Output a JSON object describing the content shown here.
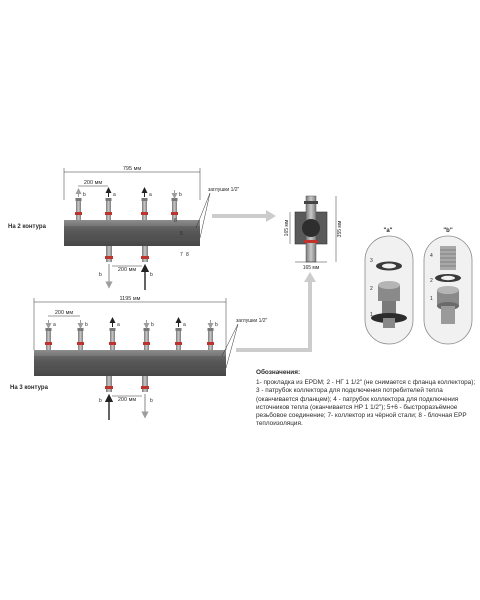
{
  "top_unit": {
    "label": "На 2 контура",
    "overall_dim": "795 мм",
    "top_pitch_dim": "200 мм",
    "bottom_pitch_dim": "200 мм",
    "plugs_label": "заглушки 1/2\"",
    "port_letters": [
      "b",
      "a",
      "a",
      "b"
    ],
    "bottom_letters": [
      "b",
      "b"
    ],
    "numbers": [
      "6",
      "5",
      "7",
      "8"
    ]
  },
  "bottom_unit": {
    "label": "На 3 контура",
    "overall_dim": "1195 мм",
    "top_pitch_dim": "200 мм",
    "bottom_pitch_dim": "200 мм",
    "plugs_label": "заглушки 1/2\"",
    "port_letters": [
      "a",
      "b",
      "a",
      "b",
      "a",
      "b"
    ],
    "bottom_letters": [
      "b",
      "b"
    ]
  },
  "section": {
    "width_dim": "165 мм",
    "height_dim_inner": "165 мм",
    "height_dim_outer": "355 мм"
  },
  "detail_a": {
    "title": "\"a\"",
    "numbers": [
      "3",
      "2",
      "1"
    ]
  },
  "detail_b": {
    "title": "\"b\"",
    "numbers": [
      "4",
      "2",
      "1"
    ]
  },
  "legend": {
    "title": "Обозначения:",
    "text": "1- прокладка из EPDM; 2 - НГ 1 1/2\" (не снимается с фланца коллектора); 3 - патрубок коллектора для подключения потребителей тепла (оканчивается фланцем); 4 - патрубок коллектора для подключения источников тепла (оканчивается НР 1 1/2\"); 5+6 - быстроразъёмное резьбовое соединение; 7- коллектор из чёрной стали; 8 - блочная EPP теплоизоляция."
  },
  "colors": {
    "insulation": "#6d6d6d",
    "pipe": "#9a9a9a",
    "red_ring": "#c0322c",
    "arrow_grey": "#bdbdbd"
  }
}
